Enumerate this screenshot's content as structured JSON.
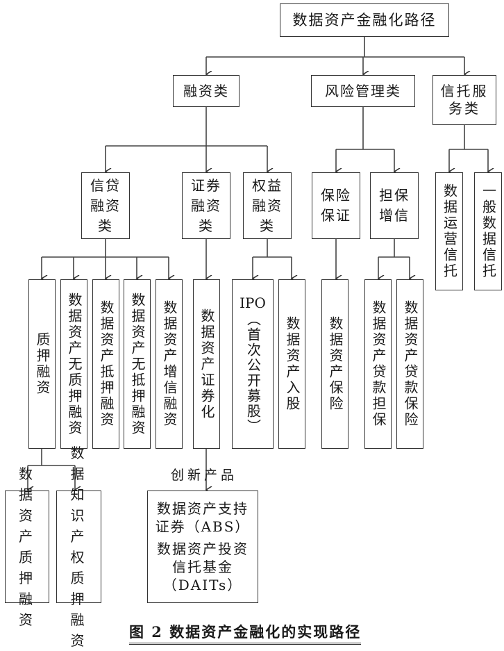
{
  "root": "数据资产金融化路径",
  "level1": {
    "financing": "融资类",
    "risk": "风险管理类",
    "trust": "信托服务类"
  },
  "level2": {
    "credit": "信贷融资类",
    "securities": "证券融资类",
    "equity": "权益融资类",
    "insurance": "保险保证",
    "guarantee": "担保增信",
    "ops_trust": "数据运营信托",
    "general_trust": "一般数据信托"
  },
  "level3": {
    "pledge": "质押融资",
    "no_pledge": "数据资产无质押融资",
    "mortgage": "数据资产抵押融资",
    "no_mortgage": "数据资产无抵押融资",
    "credit_enh": "数据资产增信融资",
    "securitization": "数据资产证券化",
    "ipo_prefix": "IPO",
    "ipo_rest": "（首次公开募股）",
    "equity_in": "数据资产入股",
    "asset_ins": "数据资产保险",
    "loan_guar": "数据资产贷款担保",
    "loan_ins": "数据资产贷款保险"
  },
  "level4": {
    "asset_pledge": "数据资产质押融资",
    "ip_pledge": "数据知识产权质押融资"
  },
  "innovation": {
    "label": "创新产品",
    "abs": "数据资产支持证券（ABS）",
    "daits": "数据资产投资信托基金（DAITs）"
  },
  "caption": "图 2  数据资产金融化的实现路径"
}
